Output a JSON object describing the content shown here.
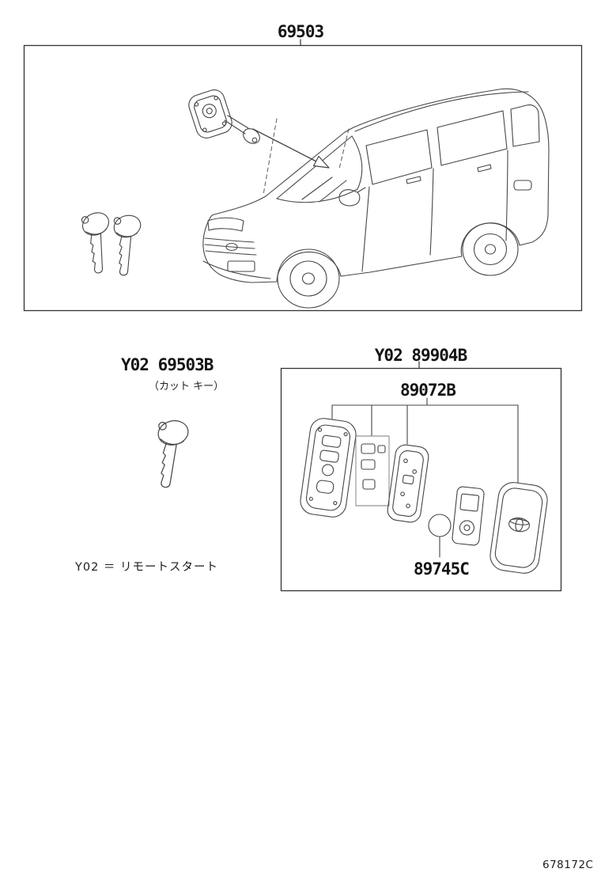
{
  "document": {
    "footer_code": "678172C"
  },
  "sections": {
    "key_set": {
      "part_number": "69503"
    },
    "cut_key": {
      "part_number": "Y02 69503B",
      "note": "（カット キー）"
    },
    "legend": {
      "text": "Y02 ＝ リモートスタート"
    },
    "transmitter": {
      "part_number": "Y02 89904B",
      "housing_part_number": "89072B",
      "battery_part_number": "89745C"
    }
  },
  "illustrations": {
    "vehicle": "minivan-line-drawing",
    "key_cylinder": "door-lock-cylinder-with-key",
    "master_keys": "two-keys-with-covers",
    "cut_key": "single-cut-key",
    "transmitter_parts": "smart-key-exploded-view",
    "battery": "coin-cell-battery"
  }
}
